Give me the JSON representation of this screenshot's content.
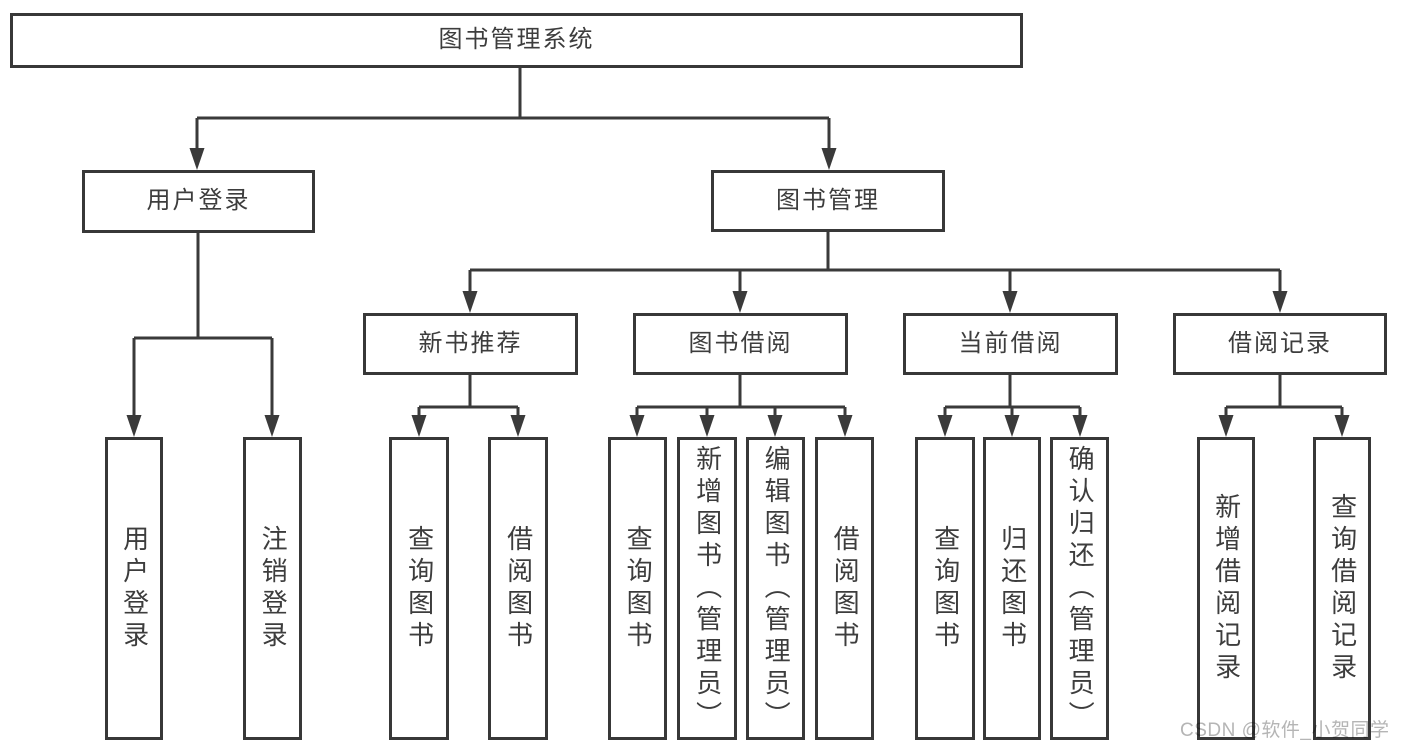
{
  "tree": {
    "root": "图书管理系统",
    "branches": [
      {
        "label": "用户登录",
        "leaves": [
          "用户登录",
          "注销登录"
        ]
      },
      {
        "label": "图书管理",
        "groups": [
          {
            "label": "新书推荐",
            "leaves": [
              "查询图书",
              "借阅图书"
            ]
          },
          {
            "label": "图书借阅",
            "leaves": [
              "查询图书",
              "新增图书（管理员）",
              "编辑图书（管理员）",
              "借阅图书"
            ]
          },
          {
            "label": "当前借阅",
            "leaves": [
              "查询图书",
              "归还图书",
              "确认归还（管理员）"
            ]
          },
          {
            "label": "借阅记录",
            "leaves": [
              "新增借阅记录",
              "查询借阅记录"
            ]
          }
        ]
      }
    ]
  },
  "watermark": "CSDN @软件_小贺同学",
  "colors": {
    "line": "#3a3a3a",
    "border": "#383838",
    "text": "#3d3d3d",
    "watermark": "#b5b5b5",
    "background": "#ffffff"
  }
}
